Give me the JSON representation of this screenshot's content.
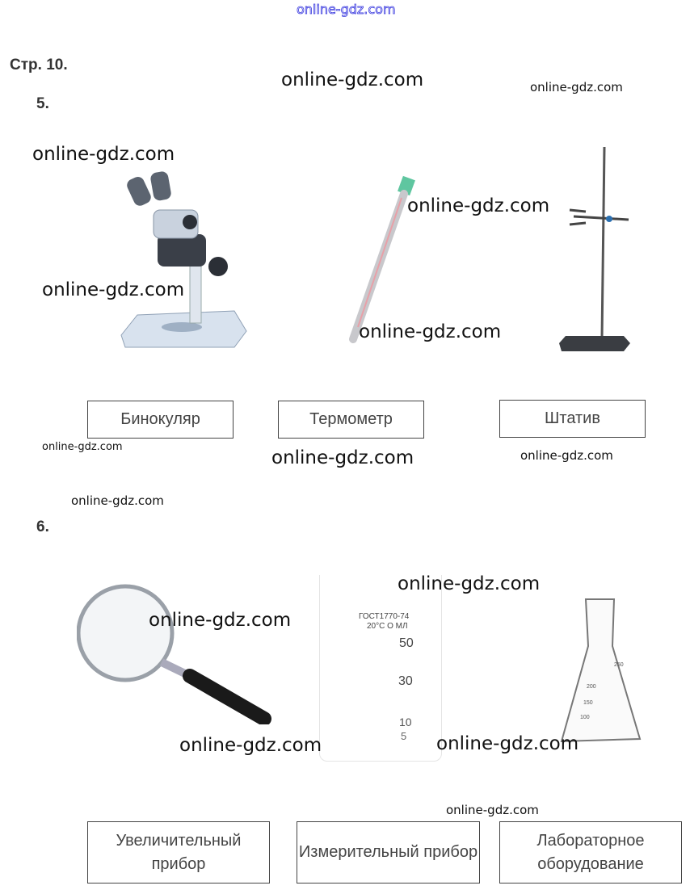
{
  "page_label": "Стр. 10.",
  "tasks": [
    {
      "number": "5.",
      "labels": [
        "Бинокуляр",
        "Термометр",
        "Штатив"
      ]
    },
    {
      "number": "6.",
      "labels": [
        "Увеличительный прибор",
        "Измерительный прибор",
        "Лабораторное оборудование"
      ]
    }
  ],
  "beaker": {
    "marking1": "ГОСТ1770-74",
    "marking2": "20°С О МЛ",
    "scale": [
      "50",
      "30",
      "10",
      "5"
    ]
  },
  "flask": {
    "scale": [
      "250",
      "200",
      "150",
      "100"
    ]
  },
  "watermark": "online-gdz.com"
}
